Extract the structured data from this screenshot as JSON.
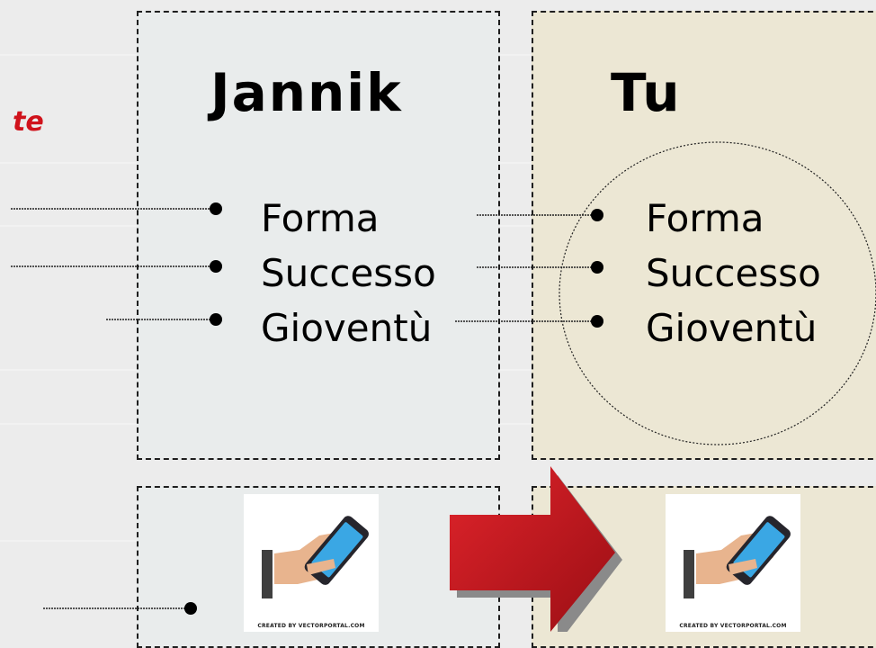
{
  "side_label": "te",
  "left_column": {
    "title": "Jannik",
    "bullets": [
      "Forma",
      "Successo",
      "Gioventù"
    ]
  },
  "right_column": {
    "title": "Tu",
    "bullets": [
      "Forma",
      "Successo",
      "Gioventù"
    ]
  },
  "phone_card": {
    "icon": "hand-holding-phone-icon",
    "caption": "CREATED BY VECTORPORTAL.COM"
  },
  "arrow": {
    "icon": "right-arrow-icon",
    "color": "#c8141c"
  },
  "colors": {
    "accent_text": "#d0121b",
    "arrow": "#c8141c",
    "phone_screen": "#3aa7e4"
  }
}
